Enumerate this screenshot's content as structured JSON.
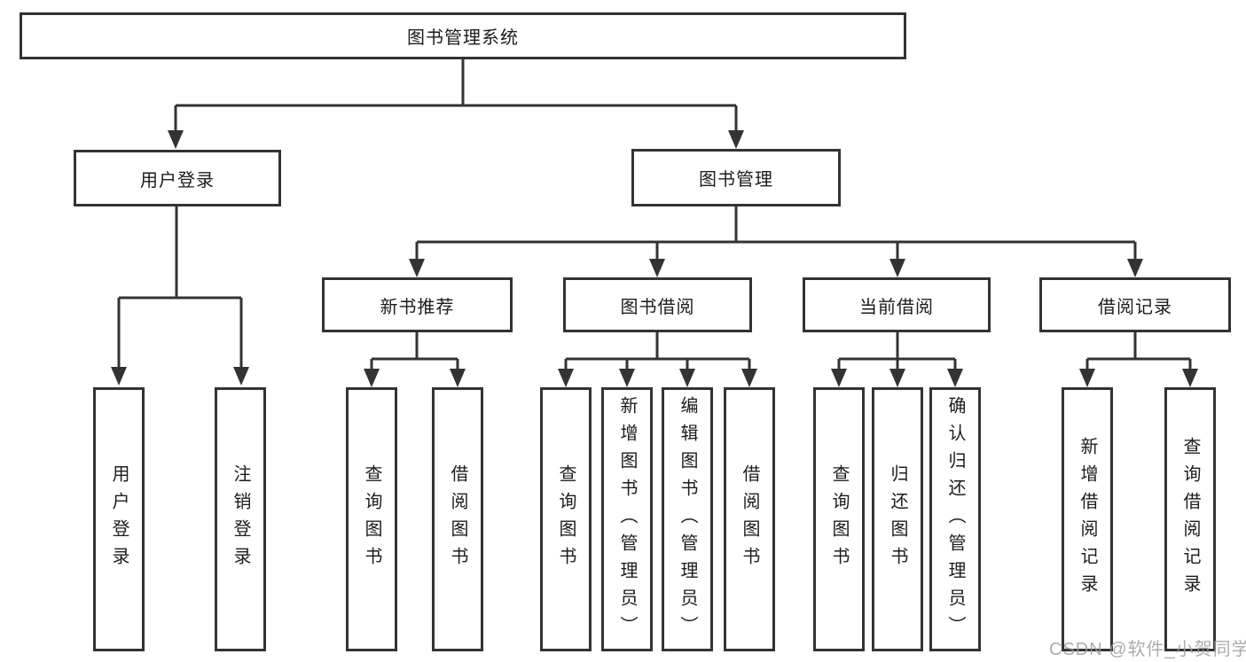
{
  "tree": {
    "root": "图书管理系统",
    "branches": [
      {
        "label": "用户登录",
        "leaves": [
          "用户登录",
          "注销登录"
        ]
      },
      {
        "label": "图书管理",
        "groups": [
          {
            "label": "新书推荐",
            "leaves": [
              "查询图书",
              "借阅图书"
            ]
          },
          {
            "label": "图书借阅",
            "leaves": [
              "查询图书",
              "新增图书（管理员）",
              "编辑图书（管理员）",
              "借阅图书"
            ]
          },
          {
            "label": "当前借阅",
            "leaves": [
              "查询图书",
              "归还图书",
              "确认归还（管理员）"
            ]
          },
          {
            "label": "借阅记录",
            "leaves": [
              "新增借阅记录",
              "查询借阅记录"
            ]
          }
        ]
      }
    ]
  },
  "watermark": {
    "text": "CSDN @软件_小贺同学"
  },
  "colors": {
    "line": "#333333",
    "text": "#1c1c1c",
    "background": "#ffffff",
    "watermark": "#9e9e9e"
  }
}
